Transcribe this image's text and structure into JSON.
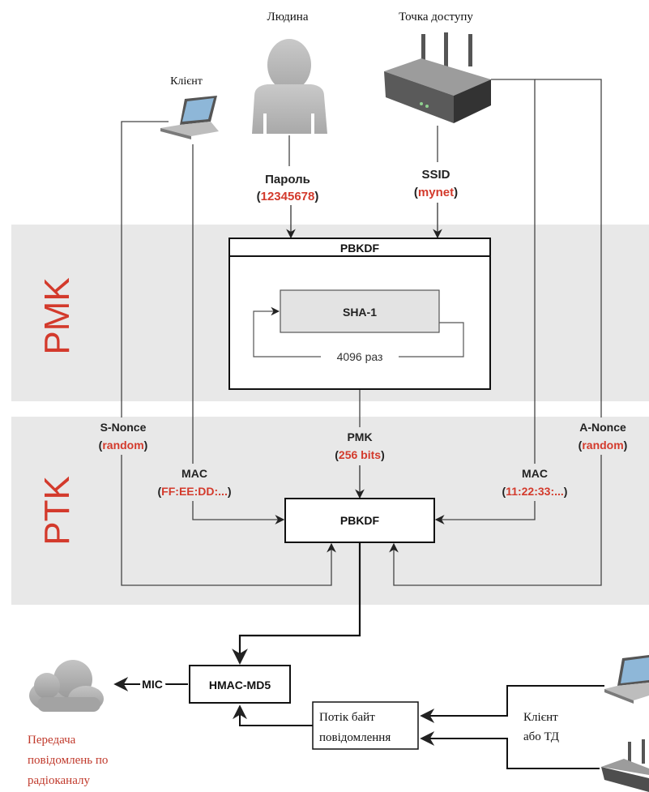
{
  "labels": {
    "person": "Людина",
    "access_point": "Точка доступу",
    "client": "Клієнт",
    "password_label": "Пароль",
    "password_value": "12345678",
    "ssid_label": "SSID",
    "ssid_value": "mynet",
    "band_pmk": "PMK",
    "band_ptk": "PTK",
    "pbkdf_top": "PBKDF",
    "sha1": "SHA-1",
    "iterations": "4096 раз",
    "snonce_label": "S-Nonce",
    "snonce_value": "random",
    "anonce_label": "A-Nonce",
    "anonce_value": "random",
    "pmk_label": "PMK",
    "pmk_value": "256 bits",
    "mac_client_label": "MAC",
    "mac_client_value": "FF:EE:DD:...",
    "mac_ap_label": "MAC",
    "mac_ap_value": "11:22:33:...",
    "pbkdf_bottom": "PBKDF",
    "hmac": "HMAC-MD5",
    "mic": "MIC",
    "stream_line1": "Потік байт",
    "stream_line2": "повідомлення",
    "client_or_ap_line1": "Клієнт",
    "client_or_ap_line2": "або ТД",
    "radio_line1": "Передача",
    "radio_line2": "повідомлень по",
    "radio_line3": "радіоканалу"
  },
  "colors": {
    "accent_red": "#d33a2c",
    "band_bg": "#e6e6e6",
    "line": "#333333"
  },
  "icons": [
    "person-icon",
    "router-icon",
    "laptop-icon",
    "cloud-icon"
  ]
}
